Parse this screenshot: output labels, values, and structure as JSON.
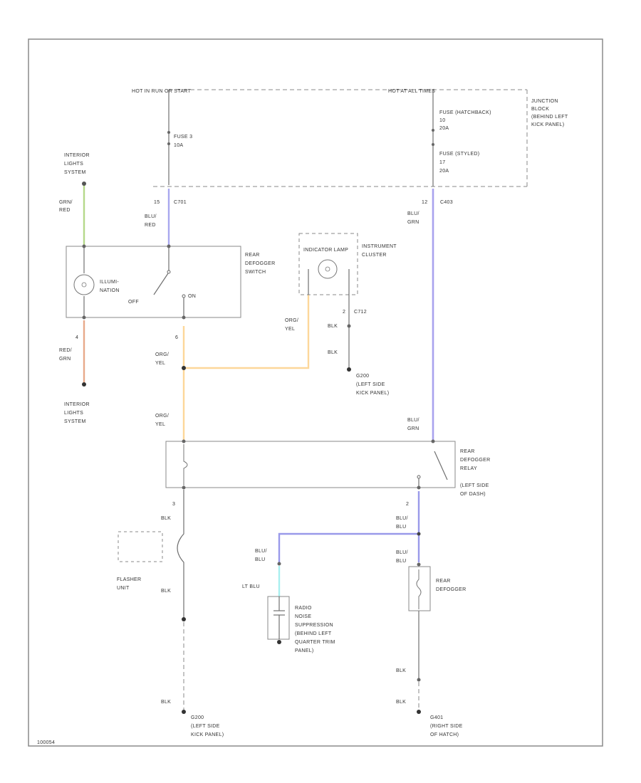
{
  "diagram": {
    "power_labels": {
      "hot_run_start": "HOT IN RUN OR START",
      "hot_at_all_times": "HOT AT ALL TIMES"
    },
    "junction_block": [
      "JUNCTION",
      "BLOCK",
      "(BEHIND LEFT",
      "KICK PANEL)"
    ],
    "fuses": {
      "fuse3": [
        "FUSE 3",
        "10A"
      ],
      "fuse_hatch": [
        "FUSE (HATCHBACK)",
        "10",
        "20A"
      ],
      "fuse_wagon": [
        "FUSE (STYLED)",
        "17",
        "20A"
      ]
    },
    "connectors": {
      "left_pin": "15",
      "left_conn": "C701",
      "right_pin": "12",
      "right_conn": "C403",
      "ind_pin": "2",
      "ind_conn": "C712"
    },
    "wires": {
      "grn_red": [
        "GRN/",
        "RED"
      ],
      "blu_red": [
        "BLU/",
        "RED"
      ],
      "blu_grn_top": [
        "BLU/",
        "GRN"
      ],
      "red_grn": [
        "RED/",
        "GRN"
      ],
      "org_yel_sw": [
        "ORG/",
        "YEL"
      ],
      "org_yel_ind": [
        "ORG/",
        "YEL"
      ],
      "org_yel_relay": [
        "ORG/",
        "YEL"
      ],
      "blu_grn_relay": [
        "BLU/",
        "GRN"
      ],
      "blk_ind_1": "BLK",
      "blk_ind_2": "BLK",
      "blk_relay": "BLK",
      "blk_flasher": "BLK",
      "blk_ground_left": "BLK",
      "blu_blu_1": [
        "BLU/",
        "BLU"
      ],
      "blu_blu_2": [
        "BLU/",
        "BLU"
      ],
      "blu_blu_3": [
        "BLU/",
        "BLU"
      ],
      "lt_blu": "LT BLU",
      "blk_defogger": "BLK",
      "blk_ground_right": "BLK"
    },
    "pins": {
      "sw_4_left": "4",
      "sw_6": "6",
      "relay_3": "3",
      "relay_2": "2"
    },
    "components": {
      "interior_lights_top": [
        "INTERIOR",
        "LIGHTS",
        "SYSTEM"
      ],
      "interior_lights_bottom": [
        "INTERIOR",
        "LIGHTS",
        "SYSTEM"
      ],
      "rear_defogger_switch": [
        "REAR",
        "DEFOGGER",
        "SWITCH"
      ],
      "illumination": [
        "ILLUMI-",
        "NATION"
      ],
      "off": "OFF",
      "on": "ON",
      "indicator_lamp": "INDICATOR LAMP",
      "instrument_cluster": [
        "INSTRUMENT",
        "CLUSTER"
      ],
      "ground_g200": [
        "G200",
        "(LEFT SIDE",
        "KICK PANEL)"
      ],
      "rear_defogger_relay": [
        "REAR",
        "DEFOGGER",
        "RELAY",
        "(LEFT SIDE",
        "OF DASH)"
      ],
      "flasher_unit": [
        "FLASHER",
        "UNIT"
      ],
      "radio_noise": [
        "RADIO",
        "NOISE",
        "SUPPRESSION",
        "(BEHIND LEFT",
        "QUARTER TRIM",
        "PANEL)"
      ],
      "rear_defogger": [
        "REAR",
        "DEFOGGER"
      ],
      "ground_g200_bottom": [
        "G200",
        "(LEFT SIDE",
        "KICK PANEL)"
      ],
      "ground_g401": [
        "G401",
        "(RIGHT SIDE",
        "OF HATCH)"
      ]
    },
    "footer_code": "100054",
    "colors": {
      "grn_red": "#b5d88a",
      "blu_red": "#a9a8ef",
      "blu_grn": "#a9a2ee",
      "red_grn": "#e8a98a",
      "org_yel": "#fdd79a",
      "blu_blu": "#9a9aea",
      "lt_blu": "#a8efef"
    }
  }
}
